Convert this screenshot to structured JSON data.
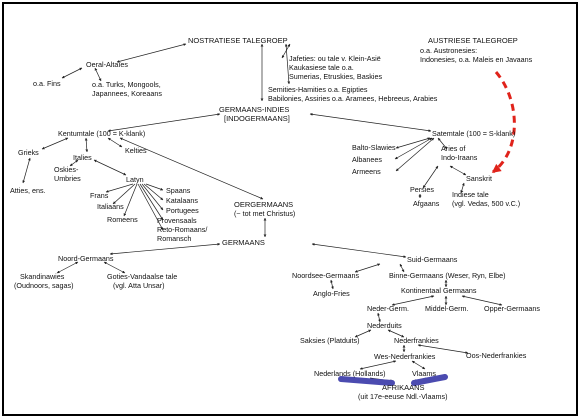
{
  "nodes": {
    "nostratic": "NOSTRATIESE TALEGROEP",
    "austric_title": "AUSTRIESE TALEGROEP",
    "austric_1": "o.a. Austronesies:",
    "austric_2": "Indonesies, o.a. Maleis en Javaans",
    "uralic": "Oeral-Altaïes",
    "fins": "o.a. Fins",
    "turks_1": "o.a. Turks, Mongools,",
    "turks_2": "Japannees, Koreaans",
    "japheth_1": "Jafeties: ou tale v. Klein-Asië",
    "japheth_2": "Kaukasiese tale o.a.",
    "japheth_3": "Sumerias, Etruskies, Baskies",
    "semhamitic_1": "Semities-Hamities o.a. Egipties",
    "semhamitic_2": "Babilonies, Assiries o.a. Aramees, Hebreeus, Arabies",
    "ie_1": "GERMAANS-INDIES",
    "ie_2": "[INDOGERMAANS]",
    "kentum": "Kentumtale (100 = K-klank)",
    "satem": "Satemtale (100 = S-klank)",
    "grieks": "Grieks",
    "atties": "Atties, ens.",
    "italies": "Italies",
    "keltiese": "Kelties",
    "oskies_1": "Oskies-",
    "oskies_2": "Umbries",
    "latyn": "Latyn",
    "frans": "Frans",
    "italiaans": "Italiaans",
    "romeens": "Romeens",
    "spaans": "Spaans",
    "katalaans": "Katalaans",
    "portugees": "Portugees",
    "provensaals": "Provensaals",
    "reto_1": "Reto-Romaans/",
    "reto_2": "Romansch",
    "oergermaans_1": "OERGERMAANS",
    "oergermaans_2": "(~ tot met Christus)",
    "baltoslawies": "Balto-Slawies",
    "albanees": "Albanees",
    "armeens": "Armeens",
    "aries_1": "Aries of",
    "aries_2": "Indo-Iraans",
    "persies": "Persies",
    "afgaans": "Afgaans",
    "sanskrit": "Sanskrit",
    "indies_1": "Indiese tale",
    "indies_2": "(vgl. Vedas, 500 v.C.)",
    "germaans": "GERMAANS",
    "noordgermaans": "Noord-Germaans",
    "suidgermaans": "Suid-Germaans",
    "skandinawies_1": "Skandinawies",
    "skandinawies_2": "(Oudnoors, sagas)",
    "goties_1": "Goties-Vandaalse tale",
    "goties_2": "(vgl. Atta Unsar)",
    "noordsee": "Noordsee-Germaans",
    "binne": "Binne-Germaans (Weser, Ryn, Elbe)",
    "anglofries": "Anglo-Fries",
    "kontinentaal": "Kontinentaal Germaans",
    "nedergerm": "Neder-Germ.",
    "middelgerm": "Middel-Germ.",
    "oppergermaans": "Opper-Germaans",
    "nederduits": "Nederduits",
    "saksies": "Saksies (Platduits)",
    "nederfrankies": "Nederfrankies",
    "wesnederfrankies": "Wes-Nederfrankies",
    "oosnederfrankies": "Oos-Nederfrankies",
    "nederlands": "Nederlands (Hollands)",
    "vlaams": "Vlaams",
    "afrikaans_1": "AFRIKAANS",
    "afrikaans_2": "(uit 17e-eeuse Ndl.-Vlaams)"
  },
  "colors": {
    "text": "#111111",
    "lines": "#222222",
    "austric_arrow": "#e0231b",
    "afrikaans_highlight": "#4b4bb0"
  }
}
